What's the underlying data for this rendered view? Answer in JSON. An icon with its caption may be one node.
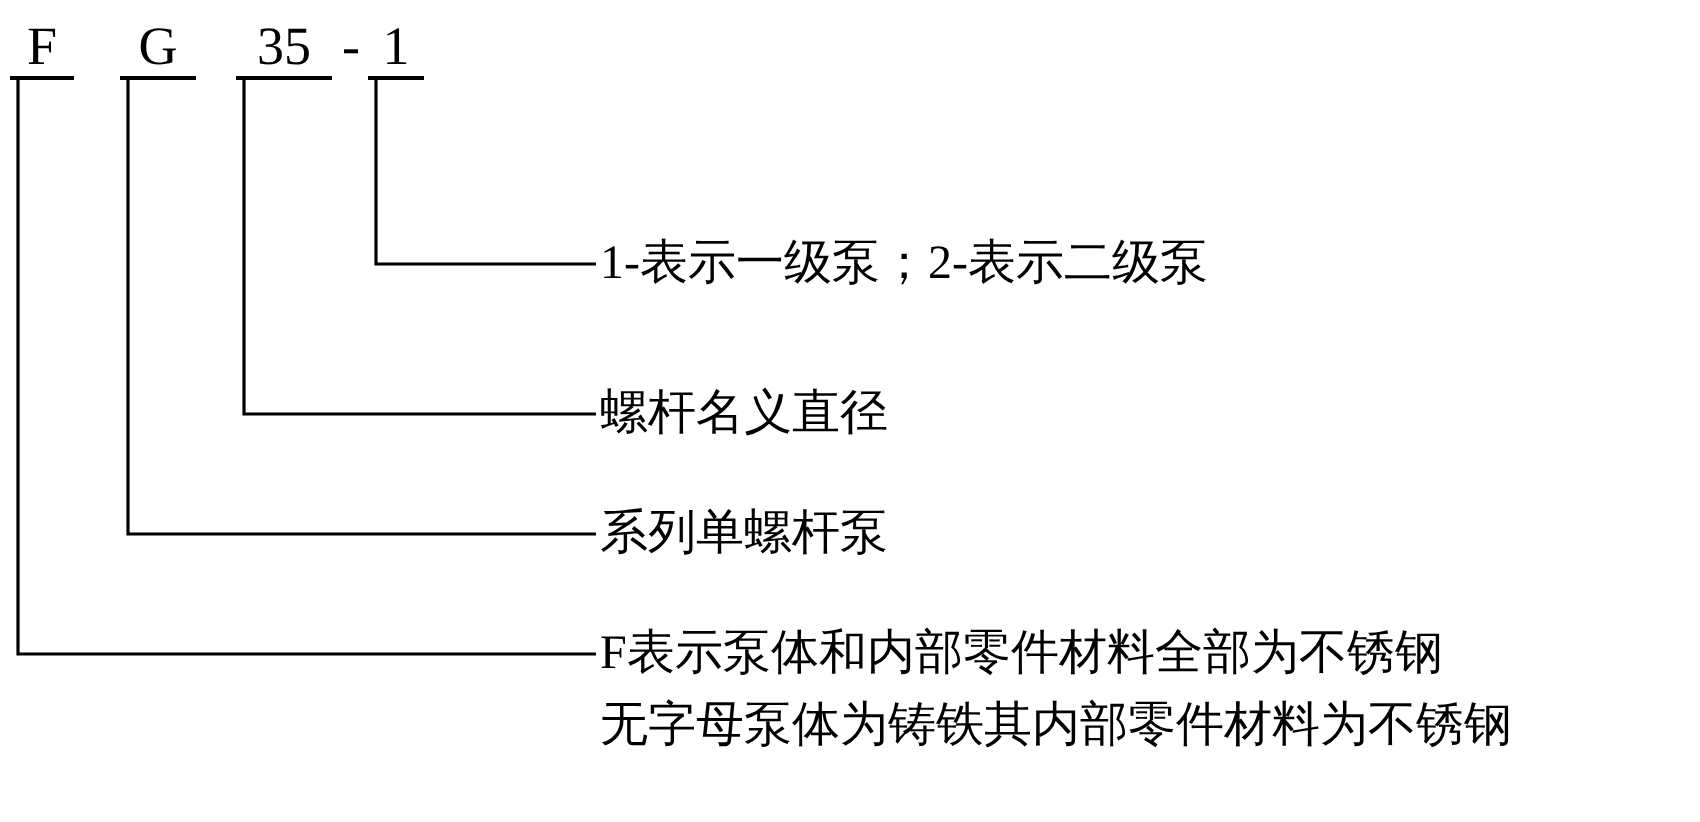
{
  "diagram": {
    "nodes": [
      {
        "text": [
          "F"
        ]
      },
      {
        "text": [
          "G"
        ]
      },
      {
        "text": [
          "35"
        ]
      },
      {
        "text": [
          "1"
        ]
      },
      {
        "text": [
          "1-表示一级泵；2-表示二级泵"
        ]
      },
      {
        "text": [
          "螺杆名义直径"
        ]
      },
      {
        "text": [
          "系列单螺杆泵"
        ]
      },
      {
        "text": [
          "F表示泵体和内部零件材料全部为不锈钢",
          "无字母泵体为铸铁其内部零件材料为不锈钢"
        ]
      }
    ],
    "edges": [
      {
        "from": 4,
        "to": 3,
        "arrow": "none"
      },
      {
        "from": 5,
        "to": 2,
        "arrow": "none"
      },
      {
        "from": 6,
        "to": 1,
        "arrow": "none"
      },
      {
        "from": 7,
        "to": 0,
        "arrow": "none"
      }
    ],
    "labels": [
      "-"
    ]
  }
}
